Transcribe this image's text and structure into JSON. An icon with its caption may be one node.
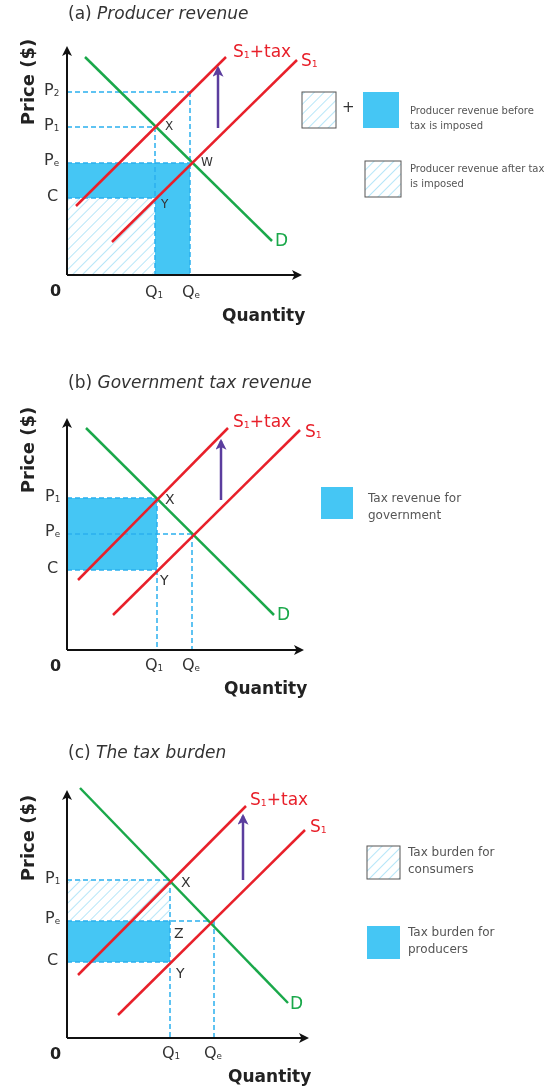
{
  "diagram": {
    "labels": [
      "(a) *Producer revenue*",
      "Price ($)",
      "S$_{1}$+tax",
      "S$_{1}$",
      "P$_{2}$",
      "P$_{1}$",
      "X",
      "P$_{e}$",
      "W",
      "C",
      "Y",
      "D",
      "0",
      "Q$_{1}$",
      "Q$_{e}$",
      "Quantity",
      "+",
      "(b) *Government tax revenue*",
      "Price ($)",
      "S$_{1}$+tax",
      "S$_{1}$",
      "P$_{1}$",
      "X",
      "P$_{e}$",
      "C",
      "Y",
      "D",
      "0",
      "Q$_{1}$",
      "Q$_{e}$",
      "Quantity",
      "(c) *The tax burden*",
      "Price ($)",
      "S$_{1}$+tax",
      "S$_{1}$",
      "P$_{1}$",
      "X",
      "P$_{e}$",
      "Z",
      "C",
      "Y",
      "D",
      "0",
      "Q$_{1}$",
      "Q$_{e}$",
      "Quantity"
    ],
    "legend": [
      {
        "text": "Producer revenue before tax is imposed"
      },
      {
        "text": "Producer revenue after tax is imposed"
      },
      {
        "text": "Tax revenue for government",
        "color": "#45c6f4"
      },
      {
        "text": "Tax burden for consumers"
      },
      {
        "text": "Tax burden for producers",
        "color": "#45c6f4"
      }
    ]
  }
}
